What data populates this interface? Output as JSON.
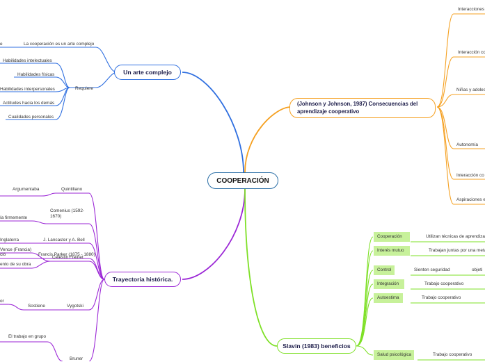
{
  "center": "COOPERACIÓN",
  "branch_arte": {
    "title": "Un arte complejo",
    "c1": "La cooperación es un arte complejo",
    "c1_left": "e",
    "requiere": "Requiere",
    "items": [
      "Habilidades intelectuales",
      "Habilidades físicas",
      "Habilidades interpersonales",
      "Actitudes hacia los demás",
      "Cualidades personales"
    ]
  },
  "branch_trayectoria": {
    "title": "Trayectoria histórica.",
    "quintiliano": "Quintiliano",
    "argumentaba": "Argumentaba",
    "comenius": "Comenius (1592-1670)",
    "firmemente": "ía firmemente",
    "lancaster": "J. Lancaster y A. Bell",
    "inglaterra": "Inglaterra",
    "parker": "Francis Parker (1875 - 1880)",
    "cio": "ció",
    "freinet": "Célestin Freinet",
    "vence": "Vence (Francia)",
    "obra": "ento de su obra",
    "or": "or",
    "vygotski": "Vygotski",
    "sostiene": "Sostiene",
    "grupo": "El trabajo en grupo",
    "bruner": "Bruner"
  },
  "branch_johnson": {
    "title": "(Johnson y Johnson, 1987) Consecuencias del aprendizaje cooperativo",
    "items": [
      "Interacciones",
      "Interacción co",
      "Niñas y adoles",
      "Autonomía",
      "Interacción co",
      "Aspiraciones e"
    ]
  },
  "branch_slavin": {
    "title": "Slavin (1983) beneficios",
    "cooperacion": "Cooperación",
    "cooperacion_t": "Utilizan técnicas de aprendiza",
    "interes": "Interés mutuo",
    "interes_t": "Trabajan juntas por una meta",
    "control": "Control",
    "control_t": "Sienten seguridad",
    "control_t2": "objeti",
    "integracion": "Integración",
    "integracion_t": "Trabajo cooperativo",
    "autoestima": "Autoestima",
    "autoestima_t": "Trabajo cooperativo",
    "salud": "Salud psicológica",
    "salud_t": "Trabajo cooperativo"
  },
  "colors": {
    "blue": "#2f6fe0",
    "purple": "#9b26d6",
    "orange": "#f5a020",
    "green": "#7ee026",
    "green_box": "#c7f19a"
  }
}
